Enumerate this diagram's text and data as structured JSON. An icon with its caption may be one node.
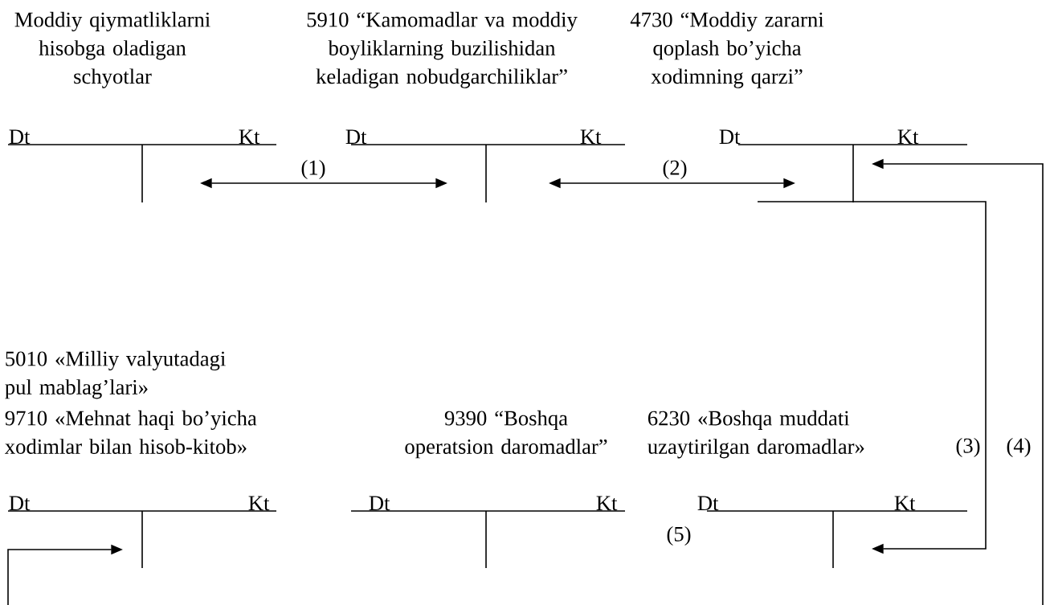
{
  "diagram": {
    "nodes": [
      {
        "text": [
          "Moddiy qiymatliklarni hisobga oladigan schyotlar",
          "Dt",
          "Kt"
        ]
      },
      {
        "text": [
          "5910 “Kamomadlar va moddiy boyliklarning buzilishidan keladigan nobudgarchiliklar”",
          "Dt",
          "Kt"
        ]
      },
      {
        "text": [
          "4730 “Moddiy zararni qoplash bo’yicha xodimning qarzi”",
          "Dt",
          "Kt"
        ]
      },
      {
        "text": [
          "5010 «Milliy valyutadagi pul mablag’lari»",
          "9710 «Mehnat haqi bo’yicha xodimlar bilan hisob-kitob»",
          "Dt",
          "Kt"
        ]
      },
      {
        "text": [
          "9390 “Boshqa operatsion daromadlar”",
          "Dt",
          "Kt"
        ]
      },
      {
        "text": [
          "6230 «Boshqa muddati uzaytirilgan daromadlar»",
          "Dt",
          "Kt"
        ]
      }
    ],
    "edges": [
      {
        "from": 0,
        "to": 1,
        "arrow": "both",
        "label": "(1)"
      },
      {
        "from": 1,
        "to": 2,
        "arrow": "both",
        "label": "(2)"
      },
      {
        "from": 2,
        "to": 5,
        "arrow": "to",
        "label": "(3)"
      },
      {
        "from": null,
        "to": 2,
        "arrow": "to",
        "label": "(4)"
      },
      {
        "from": null,
        "to": 3,
        "arrow": "to"
      }
    ],
    "labels": [
      "(5)"
    ]
  }
}
